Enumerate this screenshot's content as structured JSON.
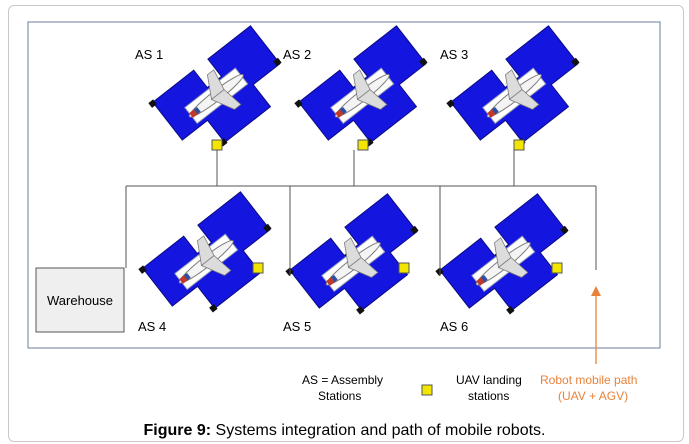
{
  "figure": {
    "caption_label": "Figure 9:",
    "caption_text": " Systems integration and path of mobile robots."
  },
  "stations": [
    {
      "label": "AS 1"
    },
    {
      "label": "AS 2"
    },
    {
      "label": "AS 3"
    },
    {
      "label": "AS 4"
    },
    {
      "label": "AS 5"
    },
    {
      "label": "AS 6"
    }
  ],
  "warehouse": {
    "label": "Warehouse"
  },
  "legend": {
    "as_line1": "AS = Assembly",
    "as_line2": "Stations",
    "uav_line1": "UAV landing",
    "uav_line2": "stations",
    "robot_line1": "Robot mobile path",
    "robot_line2": "(UAV + AGV)"
  },
  "colors": {
    "station_blue": "#1515e0",
    "landing_yellow": "#f2e600",
    "path_orange": "#e8823a",
    "line_gray": "#555555"
  }
}
